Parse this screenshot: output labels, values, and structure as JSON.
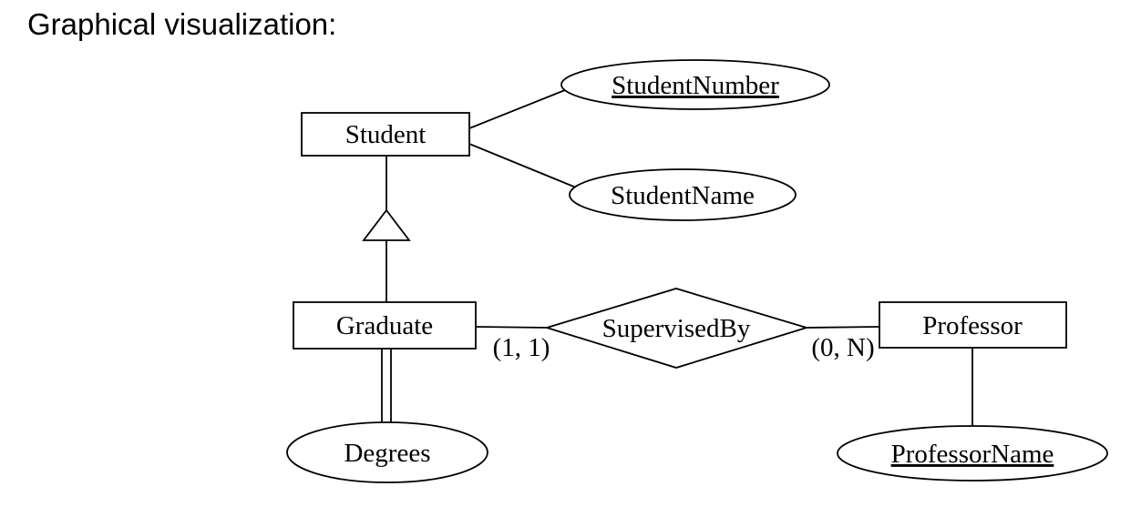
{
  "page": {
    "heading": "Graphical visualization:"
  },
  "diagram": {
    "type": "entity-relationship",
    "entities": {
      "student": {
        "label": "Student"
      },
      "graduate": {
        "label": "Graduate"
      },
      "professor": {
        "label": "Professor"
      }
    },
    "attributes": {
      "studentNumber": {
        "label": "StudentNumber",
        "owner": "Student",
        "key": true
      },
      "studentName": {
        "label": "StudentName",
        "owner": "Student",
        "key": false
      },
      "degrees": {
        "label": "Degrees",
        "owner": "Graduate",
        "multivalued": true
      },
      "professorName": {
        "label": "ProfessorName",
        "owner": "Professor",
        "key": true
      }
    },
    "relationship": {
      "supervisedBy": {
        "label": "SupervisedBy",
        "between": [
          "Graduate",
          "Professor"
        ],
        "cardinality_graduate": "(1, 1)",
        "cardinality_professor": "(0, N)"
      }
    },
    "isa": {
      "parent": "Student",
      "child": "Graduate"
    },
    "colors": {
      "stroke": "#000000",
      "fill": "#ffffff",
      "background": "#ffffff"
    }
  }
}
